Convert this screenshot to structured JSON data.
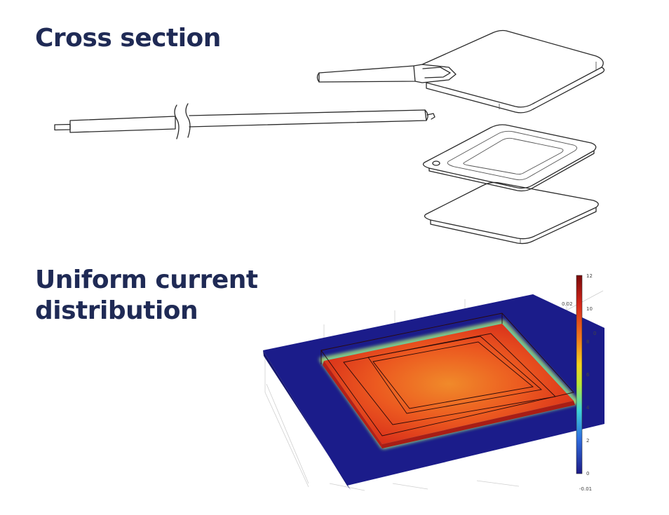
{
  "headings": {
    "cross_section": "Cross section",
    "uniform_current": "Uniform current distribution"
  },
  "colorbar": {
    "ticks": [
      "12",
      "10",
      "8",
      "6",
      "4",
      "2",
      "0"
    ],
    "colors": [
      "#8b0000",
      "#e32b1a",
      "#f7b21e",
      "#d7e92a",
      "#33c9e0",
      "#2247c8",
      "#1d1b87"
    ]
  },
  "axis_ticks": {
    "upper": "0.02",
    "right": "0",
    "bottom": "-0.01"
  },
  "colors": {
    "heading": "#1f2a55",
    "field_low": "#1b1c8a",
    "field_high": "#e8401e"
  }
}
